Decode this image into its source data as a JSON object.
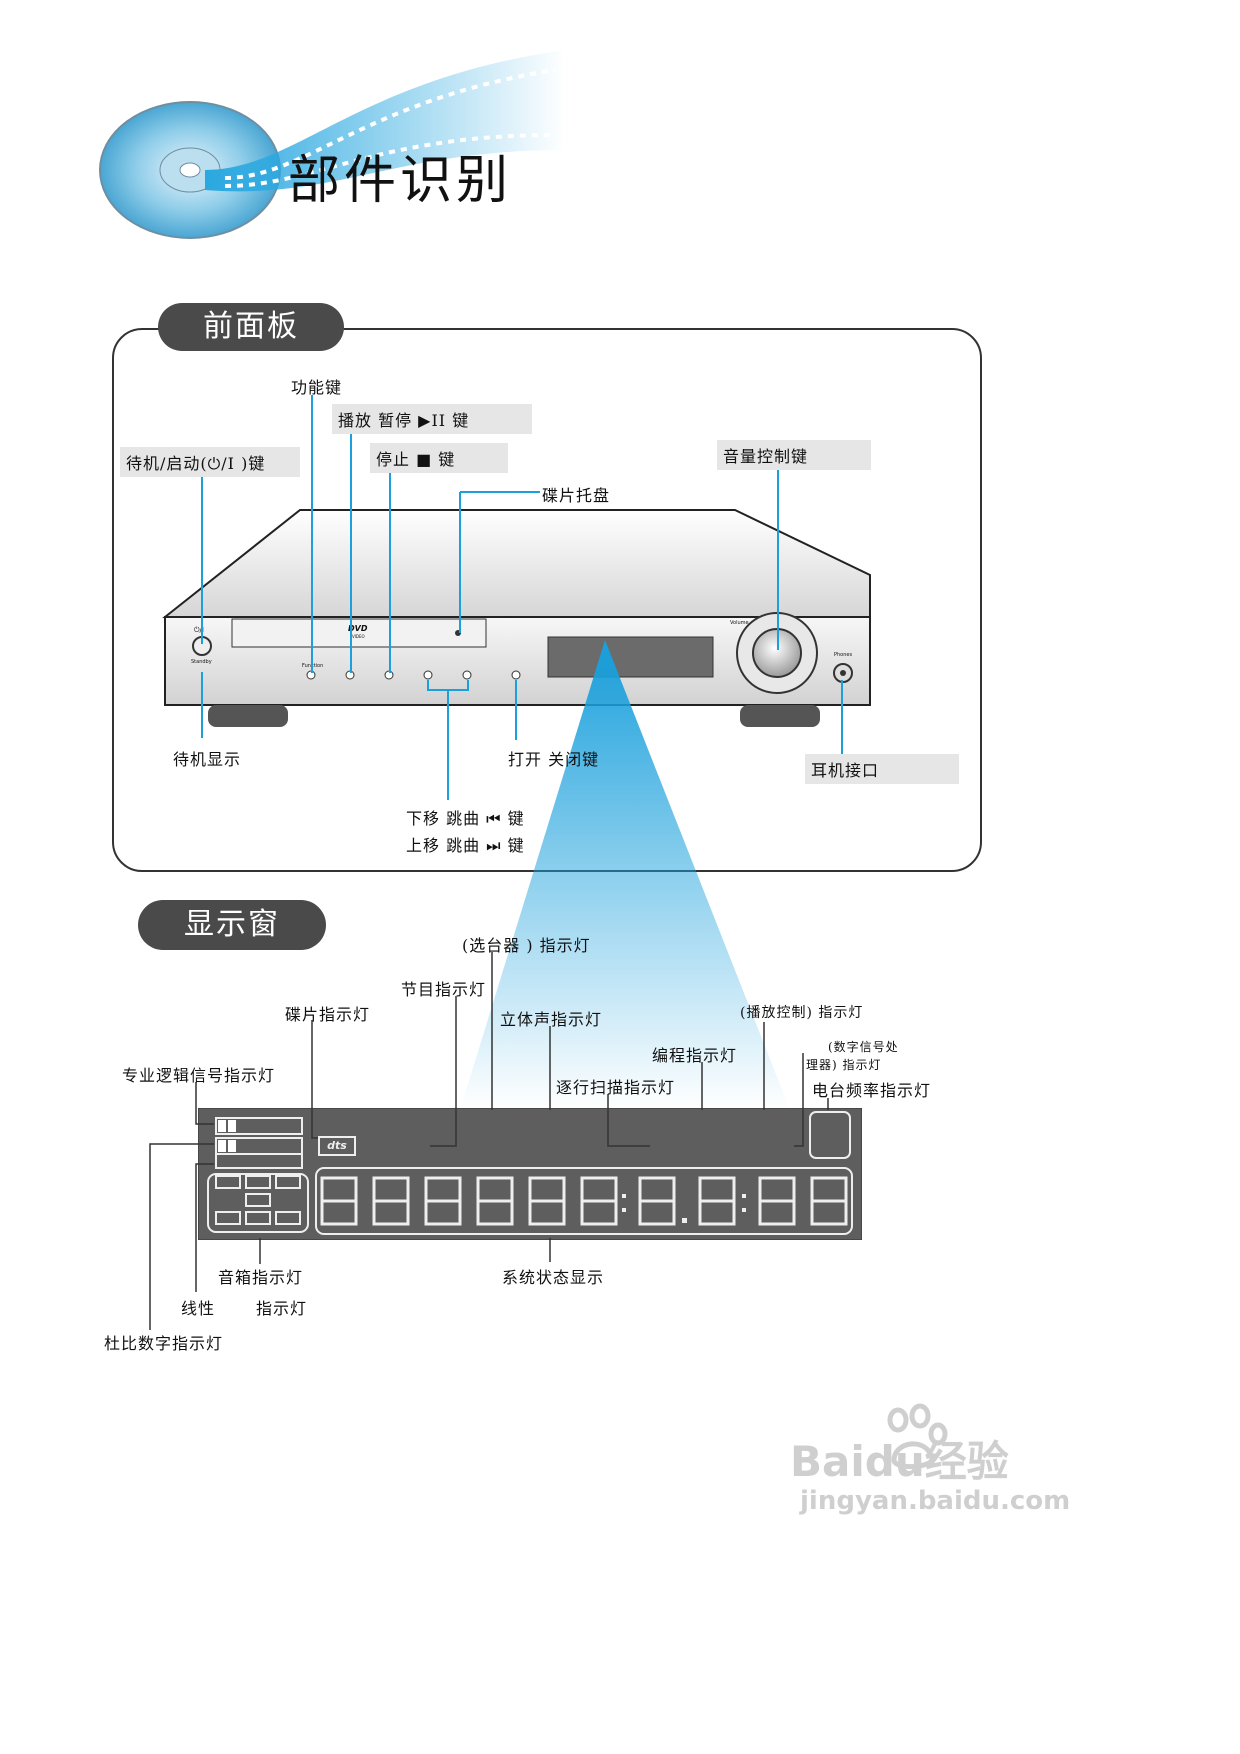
{
  "header": {
    "title": "部件识别"
  },
  "front_panel": {
    "section_title": "前面板",
    "labels": {
      "function_key": "功能键",
      "play_pause_key": "播放 暂停 ▶II  键",
      "stop_key": "停止  ■   键",
      "standby_key": "待机/启动(⏻/I )键",
      "disc_tray": "碟片托盘",
      "volume_key": "音量控制键",
      "standby_indicator": "待机显示",
      "open_close_key": "打开 关闭键",
      "headphone_jack": "耳机接口",
      "skip_down": "下移  跳曲  ⏮  键",
      "skip_up": "上移  跳曲  ⏭  键"
    },
    "device_marks": {
      "power_symbol": "⏻/I",
      "standby": "Standby",
      "dvd": "DVD",
      "video": "VIDEO",
      "function": "Function",
      "volume": "Volume",
      "phones": "Phones"
    }
  },
  "display_window": {
    "section_title": "显示窗",
    "labels": {
      "tuner_indicator": "(选台器 ) 指示灯",
      "program_indicator": "节目指示灯",
      "disc_indicator": "碟片指示灯",
      "stereo_indicator": "立体声指示灯",
      "pbc_indicator": "(播放控制) 指示灯",
      "programming_indicator": "编程指示灯",
      "dsp_indicator_line1": "(数字信号处",
      "dsp_indicator_line2": "理器) 指示灯",
      "pro_logic_indicator": "专业逻辑信号指示灯",
      "progressive_indicator": "逐行扫描指示灯",
      "radio_freq_indicator": "电台频率指示灯",
      "speaker_indicator": "音箱指示灯",
      "system_status": "系统状态显示",
      "linear_indicator_a": "线性",
      "linear_indicator_b": "指示灯",
      "dolby_digital_indicator": "杜比数字指示灯"
    },
    "dts_badge": "dts"
  },
  "watermark": {
    "brand": "Baidu经验",
    "url": "jingyan.baidu.com"
  },
  "colors": {
    "accent_blue": "#1aa0dc",
    "pill_dark": "#4a4a4a",
    "display_gray": "#5e5e5e"
  }
}
